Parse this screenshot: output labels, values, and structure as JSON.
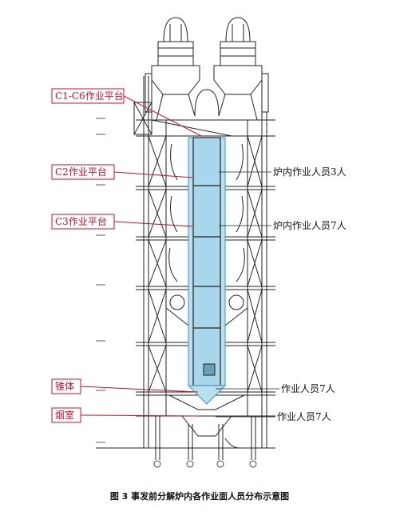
{
  "labels": {
    "c1c6": "C1-C6作业平台",
    "c2": "C2作业平台",
    "c3": "C3作业平台",
    "cone": "锥体",
    "smoke": "烟室"
  },
  "annotations": {
    "furnace3": "炉内作业人员3人",
    "furnace7": "炉内作业人员7人",
    "cone7": "作业人员7人",
    "smoke7": "作业人员7人"
  },
  "caption": "图 3  事发前分解炉内各作业面人员分布示意图",
  "colors": {
    "red": "#c8102e",
    "blue_fill": "#b9e0ef",
    "line": "#222222"
  }
}
